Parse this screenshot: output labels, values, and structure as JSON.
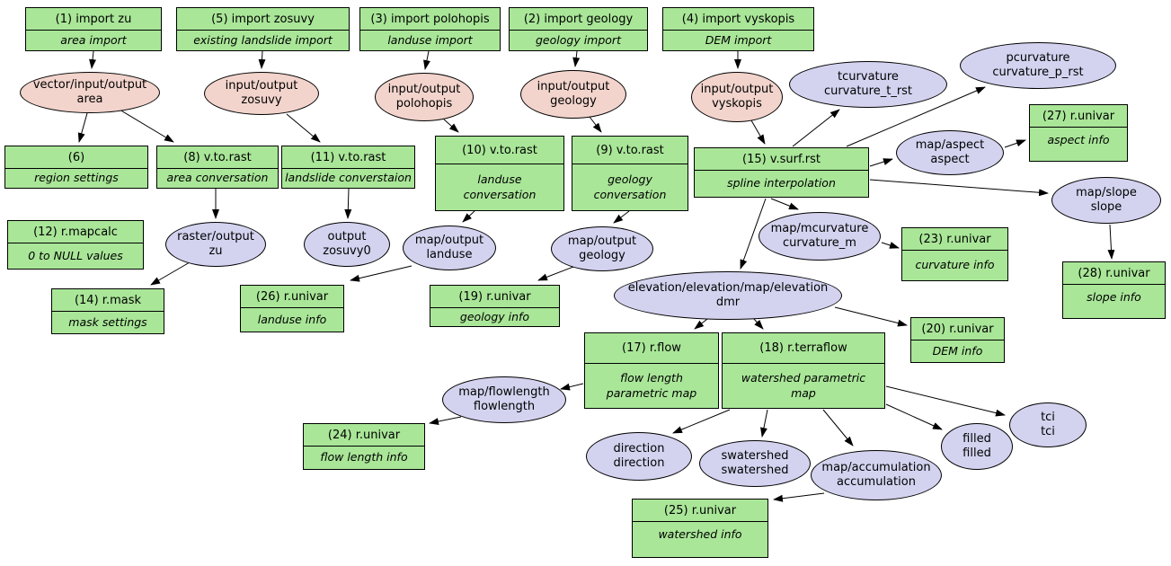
{
  "diagram": {
    "colors": {
      "module": "#a9e698",
      "vector": "#f2d4cc",
      "raster": "#d3d3f0",
      "border": "#000000",
      "background": "#ffffff"
    },
    "modules": [
      {
        "id": "import_zu",
        "title": "(1) import zu",
        "subtitle": "area import"
      },
      {
        "id": "import_zosuvy",
        "title": "(5) import zosuvy",
        "subtitle": "existing landslide import"
      },
      {
        "id": "import_polohopis",
        "title": "(3) import polohopis",
        "subtitle": "landuse import"
      },
      {
        "id": "import_geology",
        "title": "(2) import geology",
        "subtitle": "geology import"
      },
      {
        "id": "import_vyskopis",
        "title": "(4) import vyskopis",
        "subtitle": "DEM import"
      },
      {
        "id": "region_settings",
        "title": "(6)",
        "subtitle": "region settings"
      },
      {
        "id": "vtorast_area",
        "title": "(8) v.to.rast",
        "subtitle": "area conversation"
      },
      {
        "id": "vtorast_landslide",
        "title": "(11) v.to.rast",
        "subtitle": "landslide converstaion"
      },
      {
        "id": "vtorast_landuse",
        "title": "(10) v.to.rast",
        "subtitle": "landuse\nconversation"
      },
      {
        "id": "vtorast_geology",
        "title": "(9) v.to.rast",
        "subtitle": "geology\nconversation"
      },
      {
        "id": "vsurfrst",
        "title": "(15) v.surf.rst",
        "subtitle": "spline interpolation"
      },
      {
        "id": "rmapcalc",
        "title": "(12) r.mapcalc",
        "subtitle": "0 to NULL values"
      },
      {
        "id": "rmask",
        "title": "(14) r.mask",
        "subtitle": "mask settings"
      },
      {
        "id": "runivar_landuse",
        "title": "(26) r.univar",
        "subtitle": "landuse info"
      },
      {
        "id": "runivar_geology",
        "title": "(19) r.univar",
        "subtitle": "geology info"
      },
      {
        "id": "runivar_aspect",
        "title": "(27) r.univar",
        "subtitle": "aspect info"
      },
      {
        "id": "runivar_curvature",
        "title": "(23) r.univar",
        "subtitle": "curvature info"
      },
      {
        "id": "runivar_slope",
        "title": "(28) r.univar",
        "subtitle": "slope info"
      },
      {
        "id": "runivar_dem",
        "title": "(20) r.univar",
        "subtitle": "DEM info"
      },
      {
        "id": "rflow",
        "title": "(17) r.flow",
        "subtitle": "flow length\nparametric map"
      },
      {
        "id": "rterraflow",
        "title": "(18) r.terraflow",
        "subtitle": "watershed parametric\nmap"
      },
      {
        "id": "runivar_flowlength",
        "title": "(24) r.univar",
        "subtitle": "flow length info"
      },
      {
        "id": "runivar_watershed",
        "title": "(25) r.univar",
        "subtitle": "watershed info"
      }
    ],
    "data_nodes": [
      {
        "id": "area",
        "kind": "vector",
        "label": "vector/input/output\narea"
      },
      {
        "id": "zosuvy",
        "kind": "vector",
        "label": "input/output\nzosuvy"
      },
      {
        "id": "polohopis",
        "kind": "vector",
        "label": "input/output\npolohopis"
      },
      {
        "id": "geology",
        "kind": "vector",
        "label": "input/output\ngeology"
      },
      {
        "id": "vyskopis",
        "kind": "vector",
        "label": "input/output\nvyskopis"
      },
      {
        "id": "tcurvature",
        "kind": "raster",
        "label": "tcurvature\ncurvature_t_rst"
      },
      {
        "id": "pcurvature",
        "kind": "raster",
        "label": "pcurvature\ncurvature_p_rst"
      },
      {
        "id": "aspect",
        "kind": "raster",
        "label": "map/aspect\naspect"
      },
      {
        "id": "slope",
        "kind": "raster",
        "label": "map/slope\nslope"
      },
      {
        "id": "curvature_m",
        "kind": "raster",
        "label": "map/mcurvature\ncurvature_m"
      },
      {
        "id": "raster_zu",
        "kind": "raster",
        "label": "raster/output\nzu"
      },
      {
        "id": "zosuvy0",
        "kind": "raster",
        "label": "output\nzosuvy0"
      },
      {
        "id": "map_landuse",
        "kind": "raster",
        "label": "map/output\nlanduse"
      },
      {
        "id": "map_geology",
        "kind": "raster",
        "label": "map/output\ngeology"
      },
      {
        "id": "elevation_dmr",
        "kind": "raster",
        "label": "elevation/elevation/map/elevation\ndmr"
      },
      {
        "id": "flowlength",
        "kind": "raster",
        "label": "map/flowlength\nflowlength"
      },
      {
        "id": "direction",
        "kind": "raster",
        "label": "direction\ndirection"
      },
      {
        "id": "swatershed",
        "kind": "raster",
        "label": "swatershed\nswatershed"
      },
      {
        "id": "accumulation",
        "kind": "raster",
        "label": "map/accumulation\naccumulation"
      },
      {
        "id": "filled",
        "kind": "raster",
        "label": "filled\nfilled"
      },
      {
        "id": "tci",
        "kind": "raster",
        "label": "tci\ntci"
      }
    ],
    "edges": [
      {
        "from": "import_zu",
        "to": "area"
      },
      {
        "from": "import_zosuvy",
        "to": "zosuvy"
      },
      {
        "from": "import_polohopis",
        "to": "polohopis"
      },
      {
        "from": "import_geology",
        "to": "geology"
      },
      {
        "from": "import_vyskopis",
        "to": "vyskopis"
      },
      {
        "from": "area",
        "to": "region_settings"
      },
      {
        "from": "area",
        "to": "vtorast_area"
      },
      {
        "from": "zosuvy",
        "to": "vtorast_landslide"
      },
      {
        "from": "polohopis",
        "to": "vtorast_landuse"
      },
      {
        "from": "geology",
        "to": "vtorast_geology"
      },
      {
        "from": "vyskopis",
        "to": "vsurfrst"
      },
      {
        "from": "vtorast_area",
        "to": "raster_zu"
      },
      {
        "from": "raster_zu",
        "to": "rmask"
      },
      {
        "from": "vtorast_landslide",
        "to": "zosuvy0"
      },
      {
        "from": "vtorast_landuse",
        "to": "map_landuse"
      },
      {
        "from": "vtorast_geology",
        "to": "map_geology"
      },
      {
        "from": "map_landuse",
        "to": "runivar_landuse"
      },
      {
        "from": "map_geology",
        "to": "runivar_geology"
      },
      {
        "from": "vsurfrst",
        "to": "tcurvature"
      },
      {
        "from": "vsurfrst",
        "to": "pcurvature"
      },
      {
        "from": "vsurfrst",
        "to": "aspect"
      },
      {
        "from": "aspect",
        "to": "runivar_aspect"
      },
      {
        "from": "vsurfrst",
        "to": "slope"
      },
      {
        "from": "slope",
        "to": "runivar_slope"
      },
      {
        "from": "vsurfrst",
        "to": "curvature_m"
      },
      {
        "from": "curvature_m",
        "to": "runivar_curvature"
      },
      {
        "from": "vsurfrst",
        "to": "elevation_dmr"
      },
      {
        "from": "elevation_dmr",
        "to": "rflow"
      },
      {
        "from": "elevation_dmr",
        "to": "rterraflow"
      },
      {
        "from": "elevation_dmr",
        "to": "runivar_dem"
      },
      {
        "from": "rflow",
        "to": "flowlength"
      },
      {
        "from": "flowlength",
        "to": "runivar_flowlength"
      },
      {
        "from": "rterraflow",
        "to": "direction"
      },
      {
        "from": "rterraflow",
        "to": "swatershed"
      },
      {
        "from": "rterraflow",
        "to": "accumulation"
      },
      {
        "from": "rterraflow",
        "to": "filled"
      },
      {
        "from": "rterraflow",
        "to": "tci"
      },
      {
        "from": "accumulation",
        "to": "runivar_watershed"
      }
    ]
  }
}
